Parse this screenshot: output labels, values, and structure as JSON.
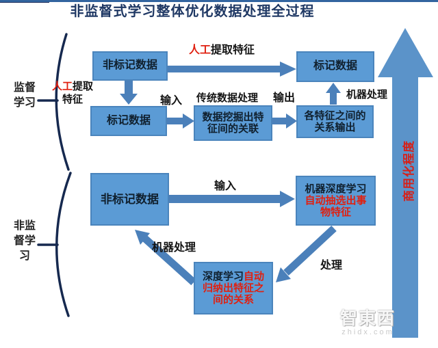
{
  "title": "非监督式学习整体优化数据处理全过程",
  "sidebar": {
    "supervised_line1": "监督",
    "supervised_line2": "学习",
    "unsupervised_line1": "非监",
    "unsupervised_line2": "督学",
    "unsupervised_line3": "习"
  },
  "boxes": {
    "unlabeled_top": "非标记数据",
    "labeled_left": "标记数据",
    "mining": "数据挖掘出特征间的关联",
    "relations_output": "各特征之间的关系输出",
    "labeled_right": "标记数据",
    "unlabeled_bottom": "非标记数据",
    "deep_learning": {
      "black": "机器深度学习",
      "red": "自动抽选出事物特征"
    },
    "deep_induce": {
      "black": "深度学习",
      "red": "自动归纳出特征之间的关系"
    }
  },
  "labels": {
    "manual_extract_top": {
      "red": "人工",
      "black": "提取特征"
    },
    "manual_extract_left": {
      "red": "人工",
      "black": "提取",
      "line2": "特征"
    },
    "input_1": "输入",
    "traditional_processing": "传统数据处理",
    "output_1": "输出",
    "machine_processing_1": "机器处理",
    "input_2": "输入",
    "machine_processing_2": "机器处理",
    "processing": "处理"
  },
  "axis": {
    "label": "商用化程度"
  },
  "watermark": {
    "logo": "智東西",
    "domain": "zhidx.com"
  },
  "colors": {
    "box_fill": "#5b9bd5",
    "box_border": "#4a84bc",
    "arrow": "#4b80ba",
    "big_arrow": "#5b93c9",
    "title": "#1f3864",
    "red_text": "#e02010",
    "brace": "#16294f"
  }
}
